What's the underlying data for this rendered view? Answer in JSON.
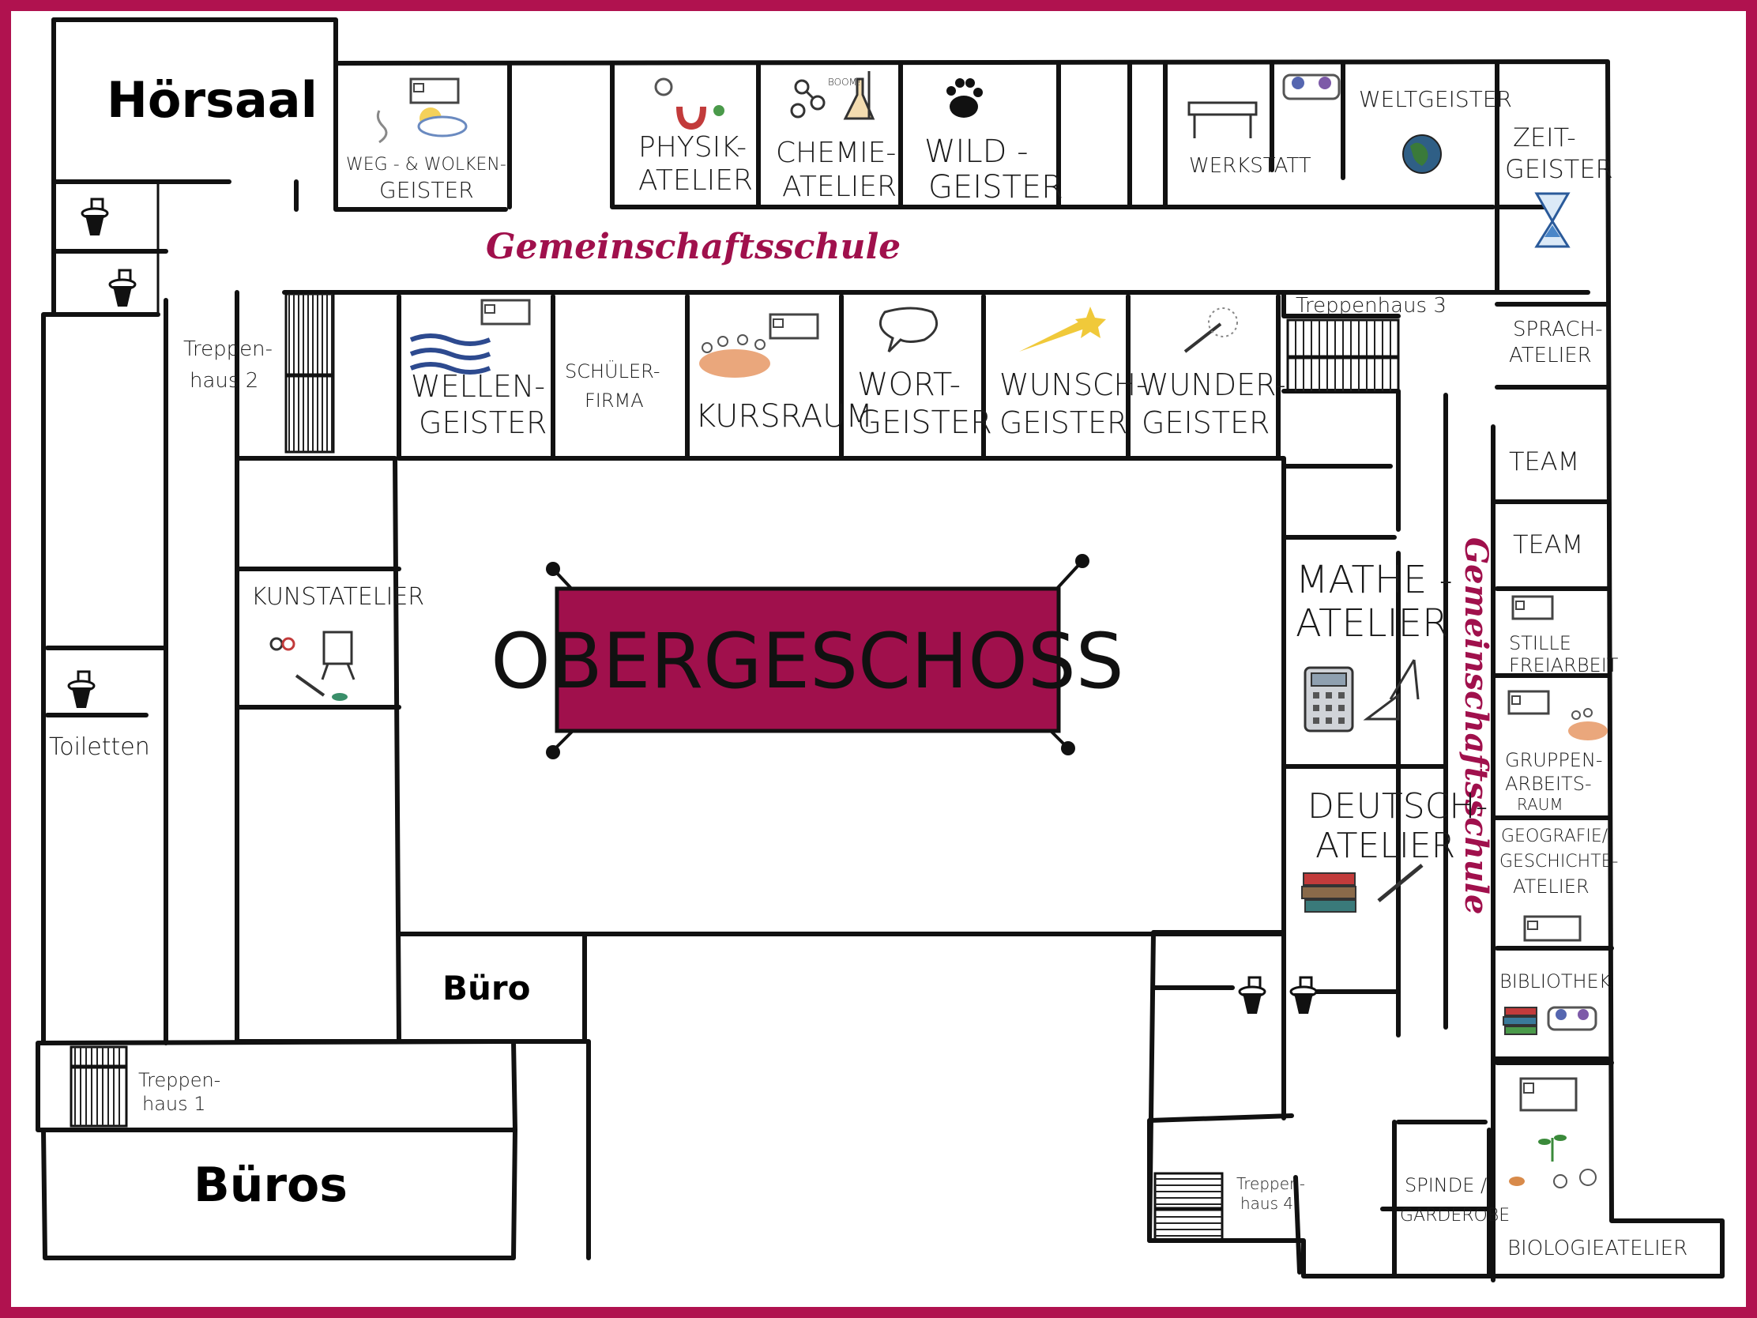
{
  "map": {
    "title": "OBERGESCHOSS",
    "corridor_top": "Gemeinschaftsschule",
    "corridor_right": "Gemeinschaftsschule",
    "colors": {
      "frame": "#b0124f",
      "banner": "#a0104c",
      "magenta_text": "#a0104c"
    }
  },
  "rooms": {
    "hoersaal": "Hörsaal",
    "weg_wolken": [
      "WEG - & WOLKEN-",
      "GEISTER"
    ],
    "physik": [
      "PHYSIK-",
      "ATELIER"
    ],
    "chemie": [
      "CHEMIE-",
      "ATELIER"
    ],
    "chemie_boom": "BOOM!",
    "wild": [
      "WILD -",
      "GEISTER"
    ],
    "werkstatt": "WERKSTATT",
    "weltgeister": "WELTGEISTER",
    "zeit": [
      "ZEIT-",
      "GEISTER"
    ],
    "wellen": [
      "WELLEN-",
      "GEISTER"
    ],
    "schuelerfirma": [
      "SCHÜLER-",
      "FIRMA"
    ],
    "kursraum": "KURSRAUM",
    "wort": [
      "WORT-",
      "GEISTER"
    ],
    "wunsch": [
      "WUNSCH-",
      "GEISTER"
    ],
    "wunder": [
      "WUNDER-",
      "GEISTER"
    ],
    "treppenhaus3": "Treppenhaus 3",
    "sprach": [
      "SPRACH-",
      "ATELIER"
    ],
    "team1": "TEAM",
    "team2": "TEAM",
    "stille": [
      "STILLE",
      "FREIARBEIT"
    ],
    "gruppen": [
      "GRUPPEN-",
      "ARBEITS-",
      "RAUM"
    ],
    "geo": [
      "GEOGRAFIE/",
      "GESCHICHTE-",
      "ATELIER"
    ],
    "bibliothek": "BIBLIOTHEK",
    "biologie": "BIOLOGIEATELIER",
    "spinde": [
      "SPINDE /",
      "GARDEROBE"
    ],
    "treppenhaus4": [
      "Treppen-",
      "haus 4"
    ],
    "mathe": [
      "MATHE -",
      "ATELIER"
    ],
    "deutsch": [
      "DEUTSCH-",
      "ATELIER"
    ],
    "kunst": "KUNSTATELIER",
    "treppenhaus2": [
      "Treppen-",
      "haus 2"
    ],
    "toiletten": "Toiletten",
    "buero": "Büro",
    "treppenhaus1": [
      "Treppen-",
      "haus 1"
    ],
    "bueros": "Büros"
  }
}
